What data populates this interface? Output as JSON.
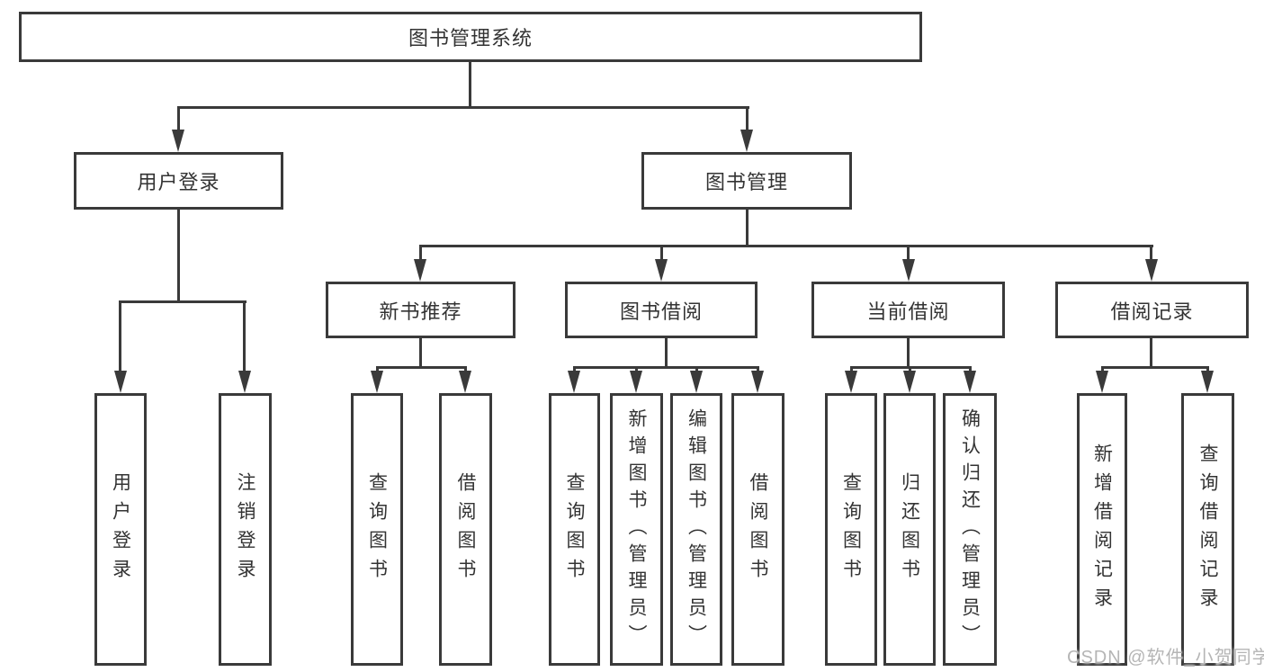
{
  "diagram": {
    "tree": {
      "root": {
        "label": "图书管理系统"
      },
      "branches": [
        {
          "label": "用户登录",
          "children": [
            "用户登录",
            "注销登录"
          ]
        },
        {
          "label": "图书管理",
          "children": [
            {
              "label": "新书推荐",
              "children": [
                "查询图书",
                "借阅图书"
              ]
            },
            {
              "label": "图书借阅",
              "children": [
                "查询图书",
                "新增图书（管理员）",
                "编辑图书（管理员）",
                "借阅图书"
              ]
            },
            {
              "label": "当前借阅",
              "children": [
                "查询图书",
                "归还图书",
                "确认归还（管理员）"
              ]
            },
            {
              "label": "借阅记录",
              "children": [
                "新增借阅记录",
                "查询借阅记录"
              ]
            }
          ]
        }
      ]
    },
    "watermark": "CSDN @软件_小贺同学",
    "colors": {
      "line": "#3a3a3a",
      "text": "#333333",
      "watermark": "#b5b5b5",
      "background": "#ffffff"
    }
  }
}
